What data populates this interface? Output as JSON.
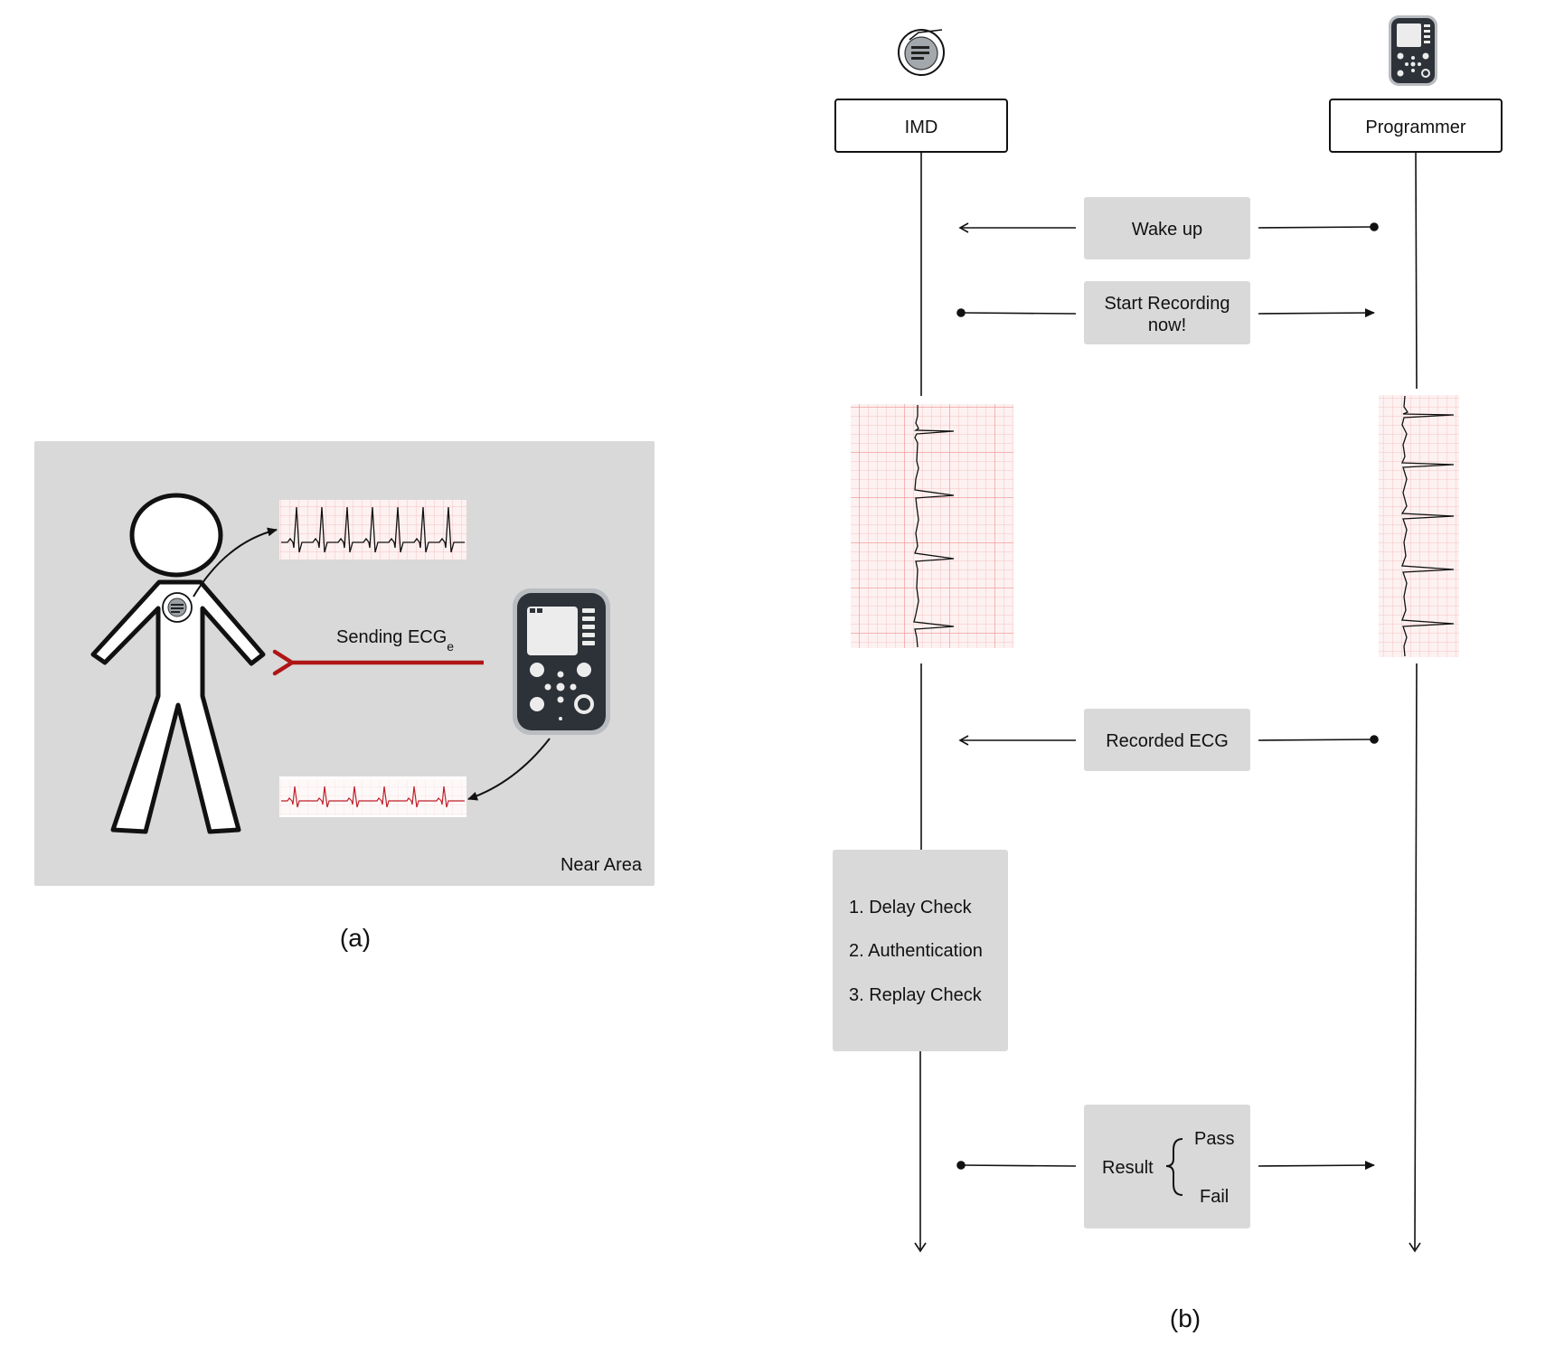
{
  "panel_a": {
    "area_label": "Near Area",
    "arrow_label": "Sending ECG",
    "arrow_label_subscript": "e",
    "caption": "(a)"
  },
  "panel_b": {
    "caption": "(b)",
    "lanes": {
      "imd": "IMD",
      "programmer": "Programmer"
    },
    "messages": {
      "wake_up": "Wake up",
      "start_recording_line1": "Start Recording",
      "start_recording_line2": "now!",
      "recorded_ecg": "Recorded ECG"
    },
    "checks": [
      "1. Delay Check",
      "2. Authentication",
      "3. Replay Check"
    ],
    "result": {
      "label": "Result",
      "pass": "Pass",
      "fail": "Fail"
    }
  },
  "colors": {
    "area_background": "#d9d9d9",
    "box_fill": "#d9d9d9",
    "attack_arrow": "#b01515",
    "ecg_grid": "#f2a6a6",
    "ecg_background": "#fdf1f1",
    "device_body": "#2d3238"
  }
}
